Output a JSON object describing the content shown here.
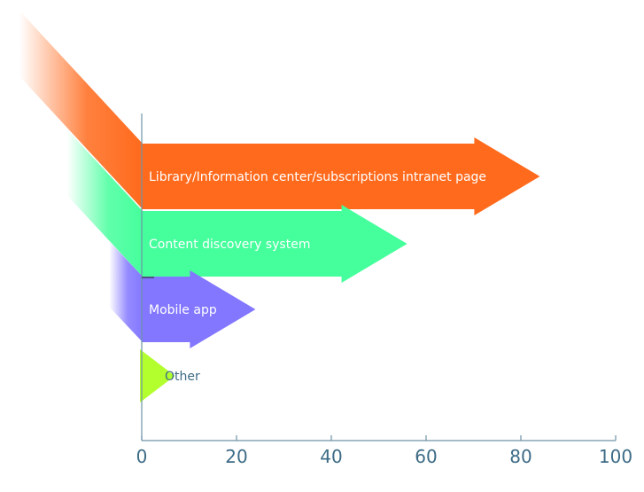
{
  "colors": {
    "axis": "#6f93a8",
    "tick_text": "#3d6b86",
    "label_inside": "#ffffff",
    "label_outside": "#3d6b86"
  },
  "chart_data": {
    "type": "bar",
    "orientation": "horizontal",
    "style": "arrow",
    "categories": [
      "Library/Information center/subscriptions intranet page",
      "Content discovery system",
      "Mobile app",
      "Other"
    ],
    "values": [
      84,
      56,
      24,
      4
    ],
    "colors": [
      "#ff6a1c",
      "#45ff9c",
      "#8377ff",
      "#b3ff2e"
    ],
    "title": "",
    "xlabel": "",
    "ylabel": "",
    "xlim": [
      0,
      100
    ],
    "xticks": [
      "0",
      "20",
      "40",
      "60",
      "80",
      "100"
    ],
    "grid": false,
    "legend": "none"
  }
}
